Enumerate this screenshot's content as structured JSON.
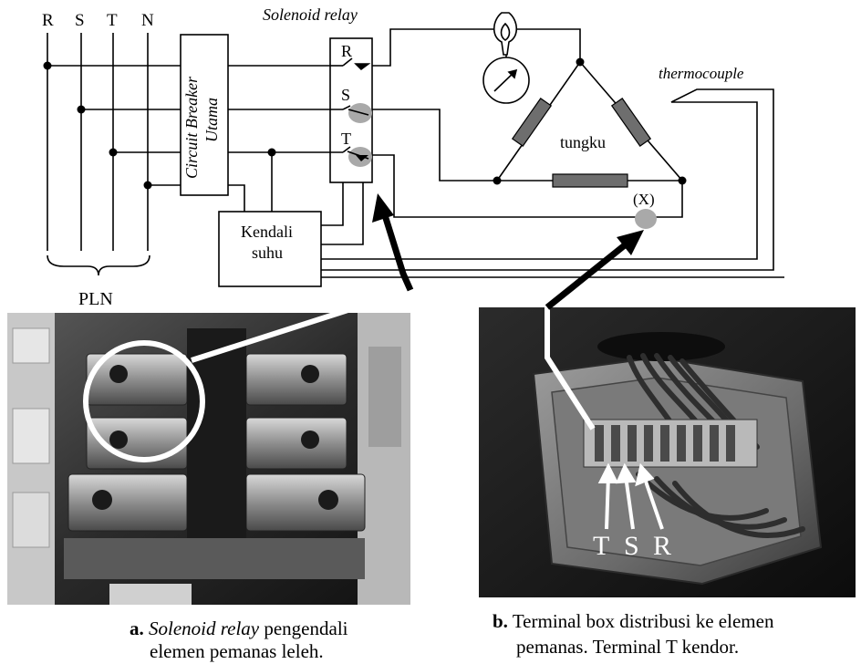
{
  "diagram": {
    "phase_labels": [
      "R",
      "S",
      "T",
      "N"
    ],
    "solenoid_title": "Solenoid relay",
    "relay_contacts": [
      "R",
      "S",
      "T"
    ],
    "breaker_line1": "Circuit Breaker",
    "breaker_line2": "Utama",
    "controller_line1": "Kendali",
    "controller_line2": "suhu",
    "supply_label": "PLN",
    "furnace_label": "tungku",
    "thermocouple_label": "thermocouple",
    "fault_marker": "(X)"
  },
  "photo_b": {
    "terminal_labels": [
      "T",
      "S",
      "R"
    ]
  },
  "captions": {
    "a": {
      "letter": "a.",
      "italic": "Solenoid relay",
      "rest": " pengendali",
      "line2": "elemen pemanas leleh."
    },
    "b": {
      "letter": "b.",
      "line1": "Terminal box distribusi ke elemen",
      "line2": "pemanas. Terminal T kendor."
    }
  },
  "colors": {
    "line": "#000000",
    "element_fill": "#6e6e6e",
    "marker_fill": "#a9a9a9",
    "photo_dark": "#1b1b1b",
    "callout_white": "#ffffff"
  }
}
